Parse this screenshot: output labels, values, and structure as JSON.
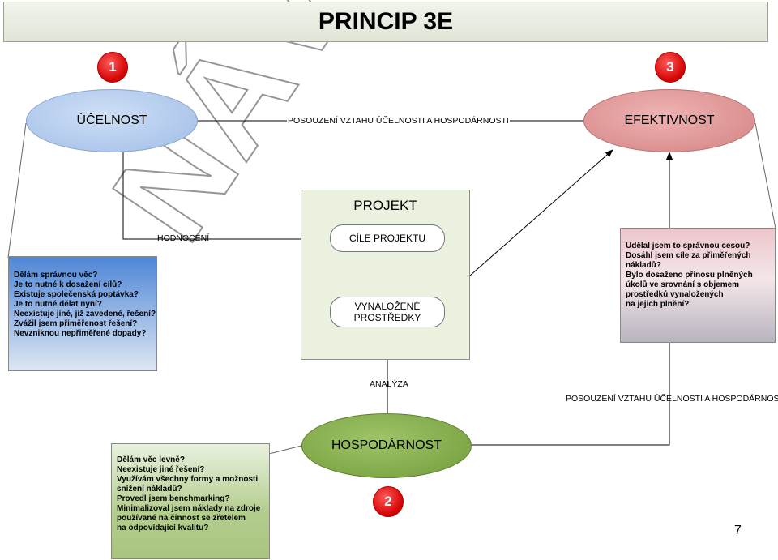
{
  "title": "PRINCIP  3E",
  "watermark": "NÁVRH",
  "badges": {
    "one": "1",
    "two": "2",
    "three": "3"
  },
  "nodes": {
    "ucelnost": "ÚČELNOST",
    "efektivnost": "EFEKTIVNOST",
    "hospodarnost": "HOSPODÁRNOST"
  },
  "connectors": {
    "top": "POSOUZENÍ VZTAHU ÚČELNOSTI A HOSPODÁRNOSTI",
    "hodnoceni": "HODNOCENÍ",
    "analyza": "ANALÝZA",
    "right": "POSOUZENÍ VZTAHU ÚČELNOSTI A HOSPODÁRNOSTI"
  },
  "project": {
    "title": "PROJEKT",
    "goals": "CÍLE PROJEKTU",
    "resources": "VYNALOŽENÉ PROSTŘEDKY"
  },
  "questions_left": [
    "Dělám správnou věc?",
    "Je to nutné k dosažení cílů?",
    "Existuje společenská poptávka?",
    "Je to nutné dělat nyní?",
    "Neexistuje jiné, již zavedené, řešení?",
    "Zvážil jsem přiměřenost řešení?",
    "Nevzniknou nepřiměřené dopady?"
  ],
  "questions_right": [
    "Udělal jsem to správnou cesou?",
    "Dosáhl jsem cíle za přiměřených",
    "nákladů?",
    "Bylo dosaženo přínosu plněných",
    "úkolů ve srovnání s objemem",
    "prostředků vynaložených",
    "na jejich plnění?"
  ],
  "questions_bottom": [
    "Dělám věc levně?",
    "Neexistuje jiné řešení?",
    "Využívám všechny formy a možnosti",
    "snížení nákladů?",
    "Provedl jsem benchmarking?",
    "Minimalizoval jsem náklady na zdroje",
    "používané na činnost se zřetelem",
    "na odpovídající kvalitu?"
  ],
  "page_number": "7",
  "colors": {
    "ucelnost": "#a9c3ea",
    "efektivnost": "#d98c8c",
    "hospodarnost": "#7ba443",
    "badge": "#e00000"
  }
}
